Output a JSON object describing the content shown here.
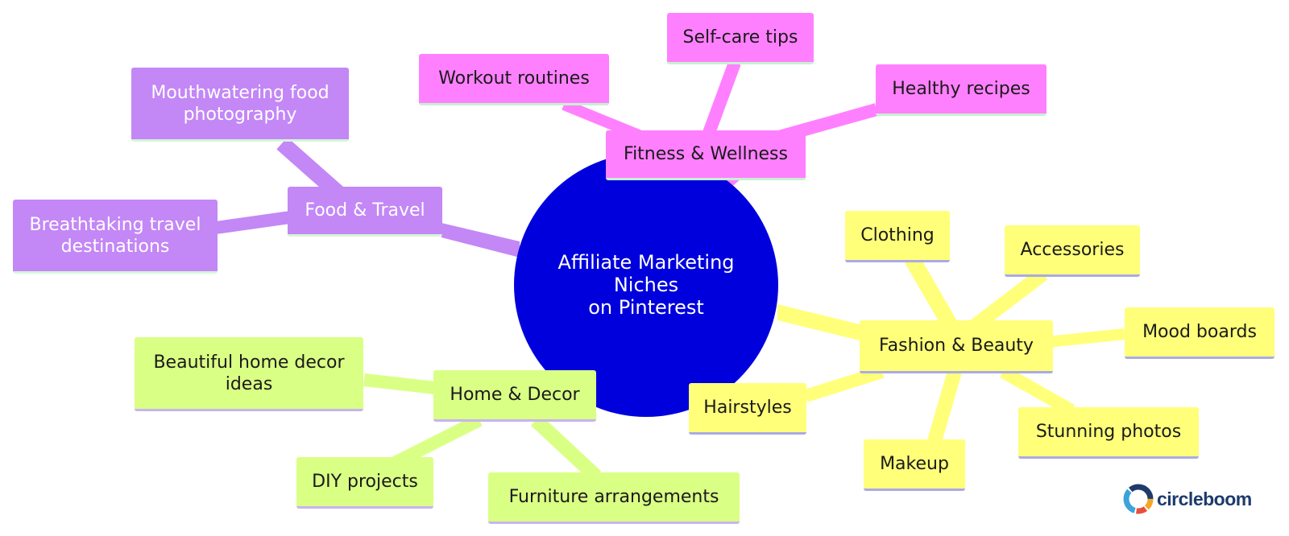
{
  "center": {
    "line1": "Affiliate Marketing Niches",
    "line2": "on Pinterest",
    "color": "#0000dd"
  },
  "branches": {
    "food_travel": {
      "label": "Food & Travel",
      "color": "#c387f6",
      "children": [
        "Mouthwatering food",
        "photography",
        "Breathtaking travel",
        "destinations"
      ]
    },
    "fitness_wellness": {
      "label": "Fitness & Wellness",
      "color": "#ff80ff",
      "children": [
        "Workout routines",
        "Self-care tips",
        "Healthy recipes"
      ]
    },
    "fashion_beauty": {
      "label": "Fashion & Beauty",
      "color": "#ffff7a",
      "children": [
        "Clothing",
        "Accessories",
        "Mood boards",
        "Stunning photos",
        "Makeup",
        "Hairstyles"
      ]
    },
    "home_decor": {
      "label": "Home & Decor",
      "color": "#daff85",
      "children": [
        "Beautiful home decor",
        "ideas",
        "DIY projects",
        "Furniture arrangements"
      ]
    }
  },
  "logo": {
    "text": "circleboom",
    "icon": "circleboom-logo-icon"
  }
}
